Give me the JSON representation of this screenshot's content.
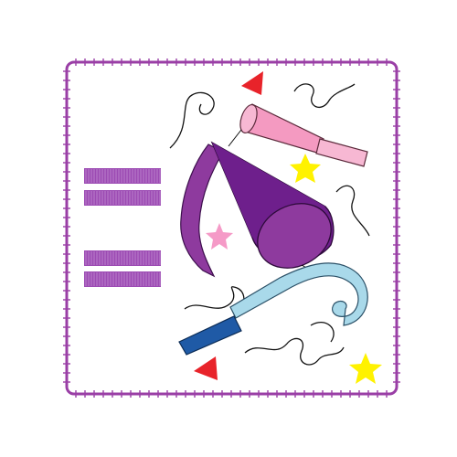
{
  "palette": {
    "background": "#ffffff",
    "border_stitch": "#9a3fa6",
    "bar_fill": "#9c4bb3",
    "bar_stripe": "#c48fd4",
    "hat_dark": "#6e1f8c",
    "hat_mid": "#8e3a9e",
    "hat_light": "#b06cc4",
    "horn_pink": "#f49ac1",
    "horn_pink_light": "#f7b8d3",
    "blower_blue": "#a9d9ea",
    "blower_mouth": "#1f5aa6",
    "star_yellow": "#fff200",
    "star_pink": "#f59ac7",
    "triangle_red": "#e8232a",
    "squiggle": "#111111"
  },
  "illustration": {
    "elements": [
      "stitched-border",
      "double-bar",
      "double-bar",
      "party-hat",
      "ribbon",
      "party-horn",
      "party-blower",
      "star",
      "star",
      "star",
      "confetti-triangle",
      "confetti-triangle",
      "squiggle-streamer"
    ]
  }
}
